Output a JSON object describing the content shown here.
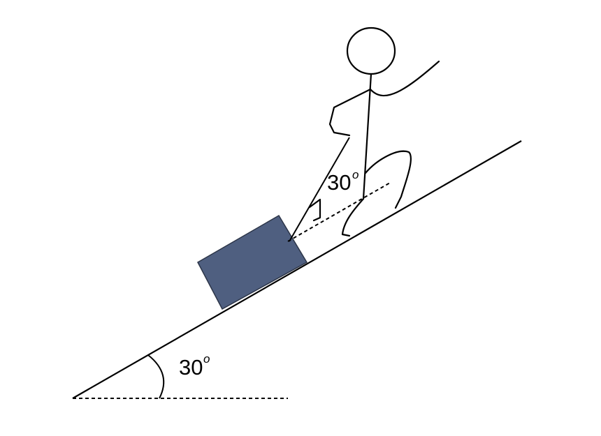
{
  "diagram": {
    "incline_angle": {
      "value": "30",
      "degree": "o"
    },
    "rope_angle": {
      "value": "30",
      "degree": "o"
    },
    "colors": {
      "stroke": "#000000",
      "block_fill": "#4f5f80",
      "block_edge": "#2c3548",
      "background": "#ffffff"
    }
  }
}
